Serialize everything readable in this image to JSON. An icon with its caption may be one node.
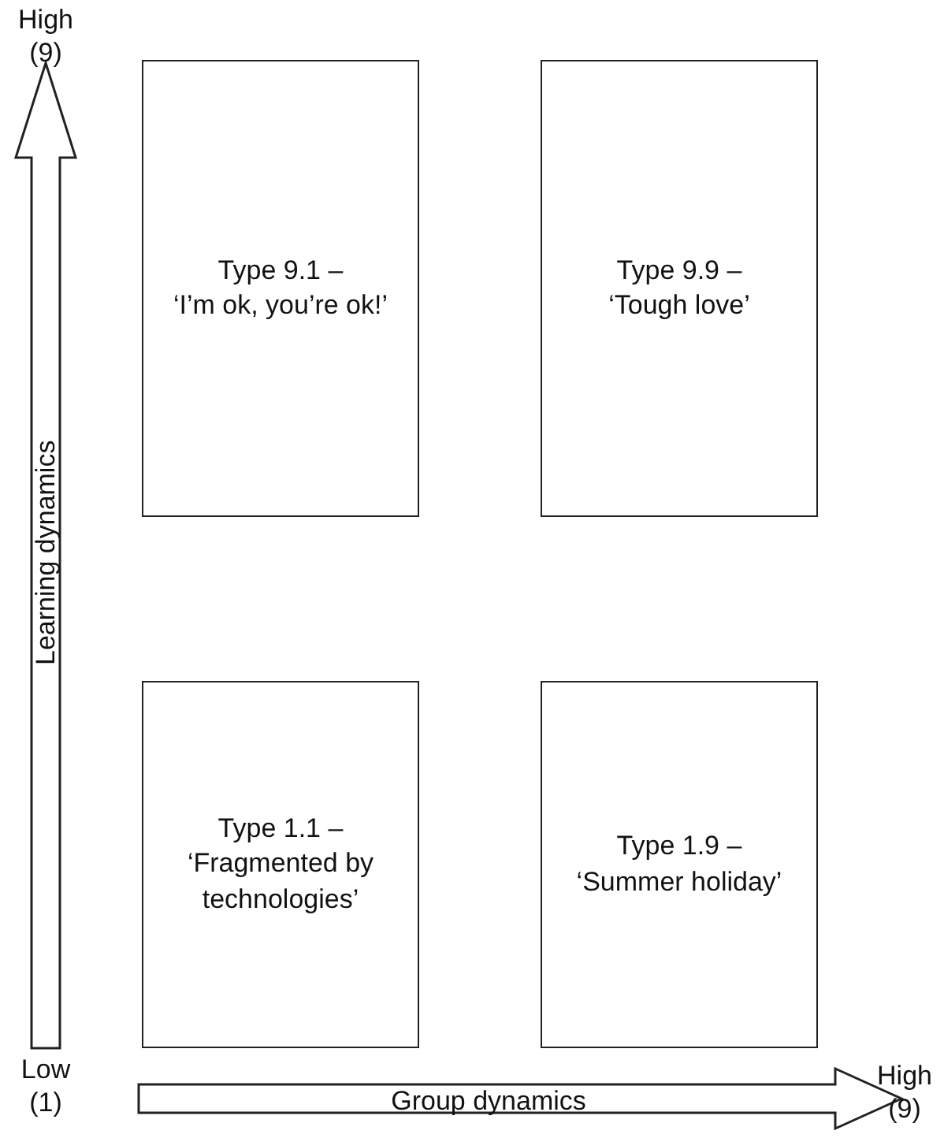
{
  "diagram": {
    "nodes": [
      {
        "text": [
          "Type 9.1 –",
          "‘I’m ok, you’re ok!’"
        ]
      },
      {
        "text": [
          "Type 9.9 –",
          "‘Tough love’"
        ]
      },
      {
        "text": [
          "Type 1.1 –",
          "‘Fragmented by technologies’"
        ]
      },
      {
        "text": [
          "Type 1.9 –",
          "‘Summer holiday’"
        ]
      }
    ],
    "edges": [],
    "labels": [
      "High (9)",
      "Learning dynamics",
      "Low (1)",
      "Group dynamics",
      "High (9)"
    ]
  }
}
